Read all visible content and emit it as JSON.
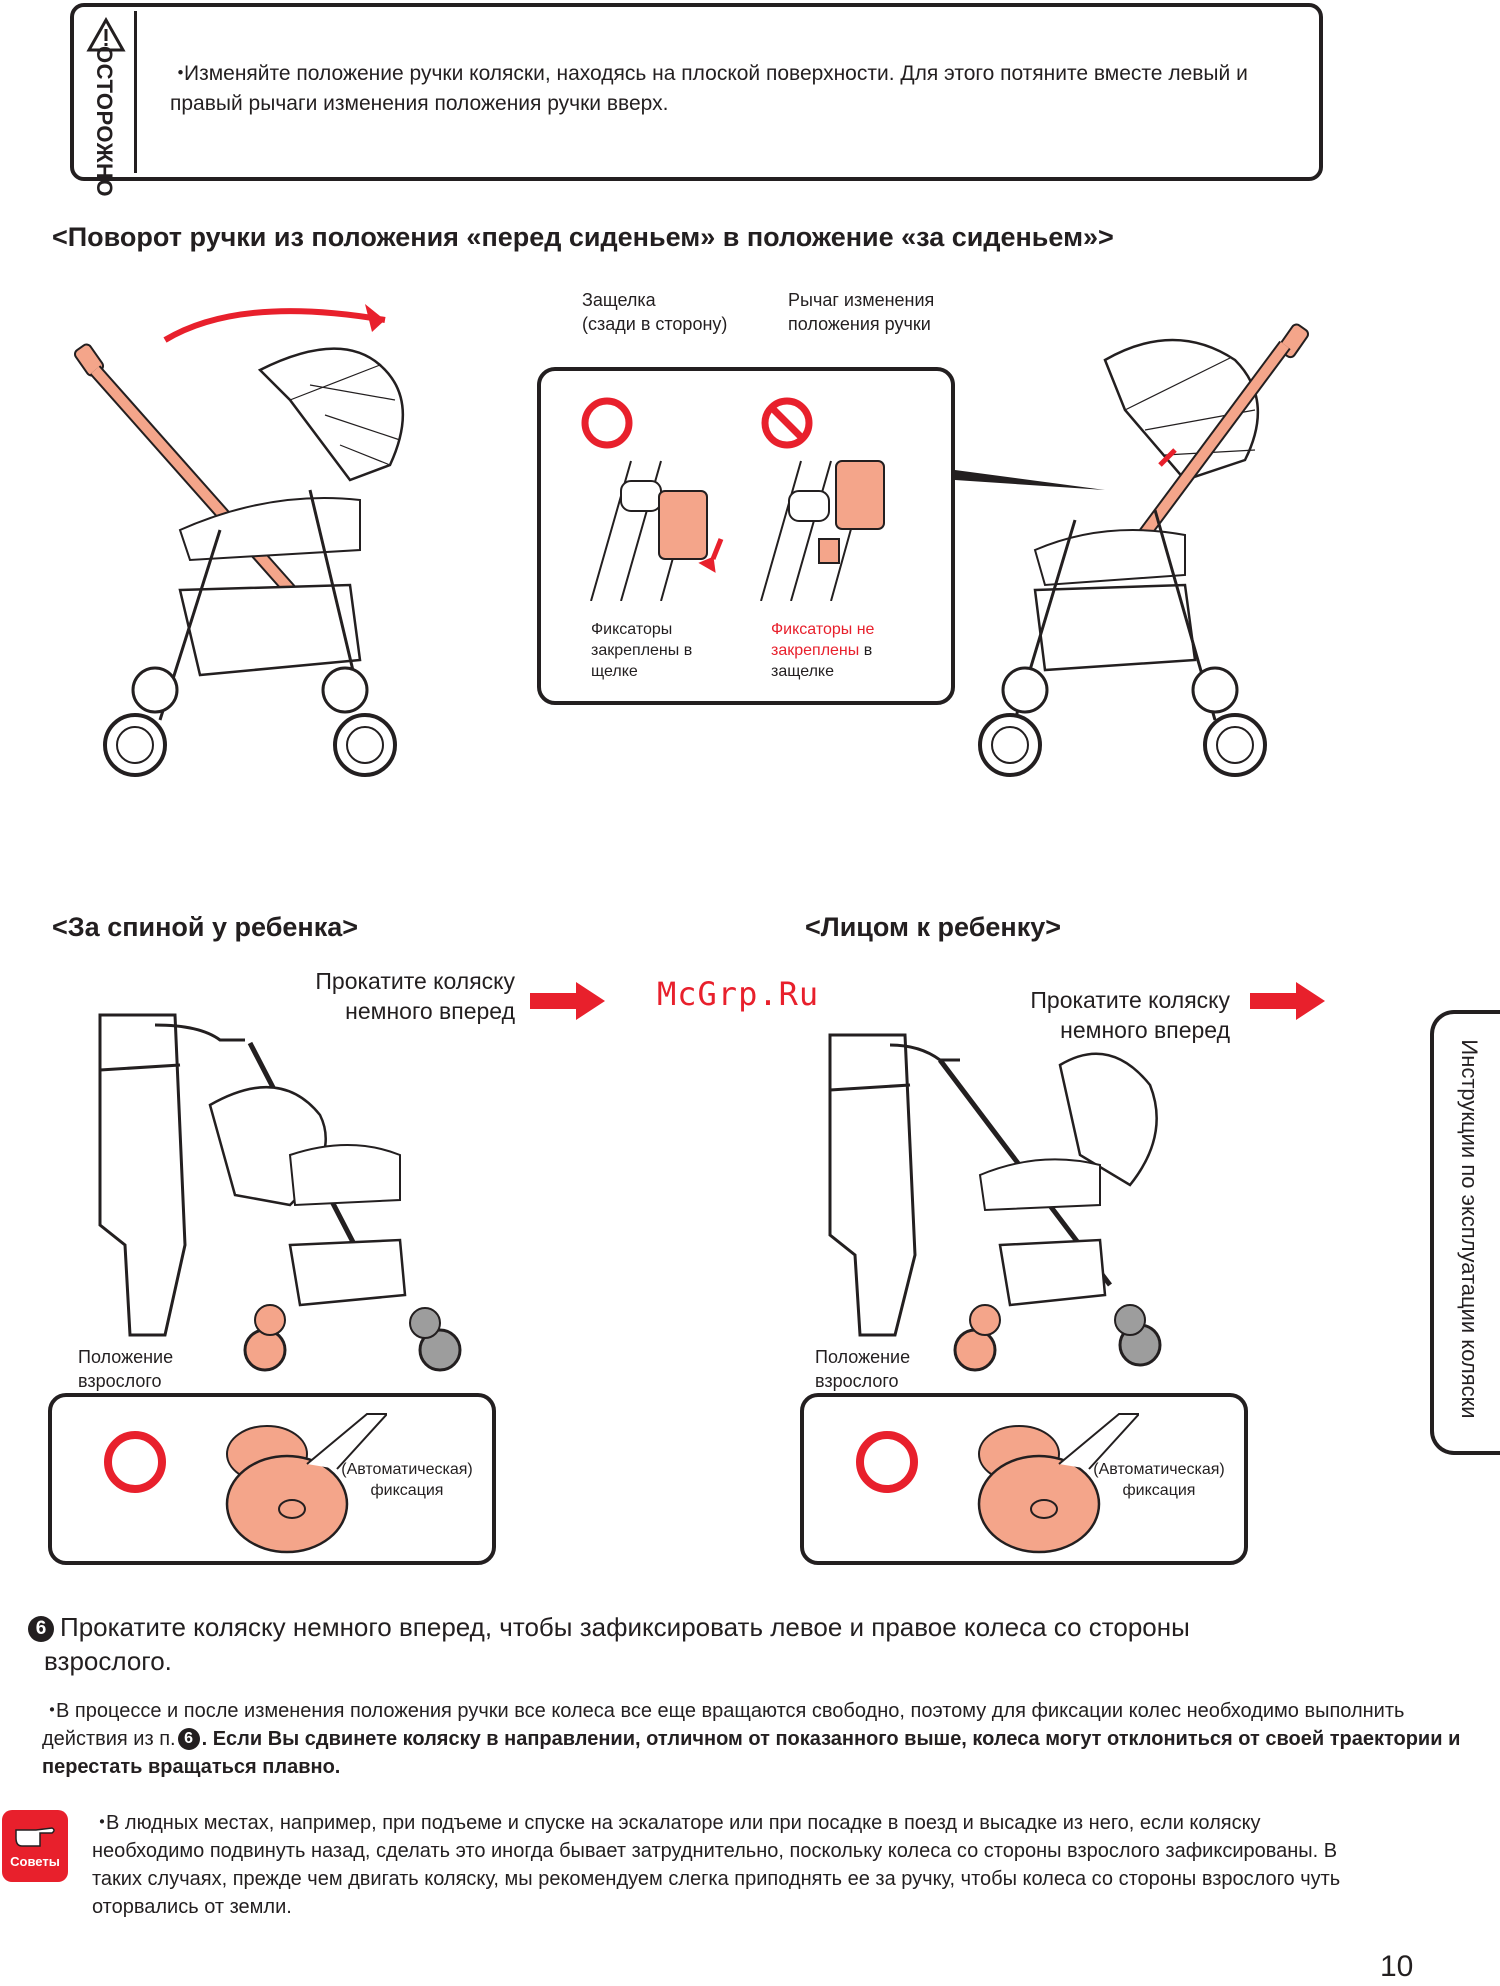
{
  "caution": {
    "label": "ОСТОРОЖНО",
    "bullet": "・",
    "text": "Изменяйте положение ручки коляски, находясь на плоской поверхности. Для этого потяните вместе левый и правый рычаги изменения положения ручки вверх."
  },
  "section_rotate": {
    "title": "<Поворот ручки из положения «перед сиденьем» в положение «за сиденьем»>",
    "latch_label": "Защелка\n(сзади в сторону)",
    "lever_label": "Рычаг изменения\nположения ручки",
    "ok_caption": "Фиксаторы\nзакреплены в\nщелке",
    "ng_caption_red": "Фиксаторы не\nзакреплены",
    "ng_caption_rest": "в\nзащелке"
  },
  "section_back": {
    "title": "<За спиной у ребенка>",
    "roll_label": "Прокатите коляску\nнемного вперед",
    "adult_label": "Положение\nвзрослого",
    "lock_label": "(Автоматическая)\nфиксация"
  },
  "section_face": {
    "title": "<Лицом к ребенку>",
    "roll_label": "Прокатите коляску\nнемного вперед",
    "adult_label": "Положение\nвзрослого",
    "lock_label": "(Автоматическая)\nфиксация"
  },
  "watermark": "McGrp.Ru",
  "sidebar": {
    "label": "Инструкции по эксплуатации коляски"
  },
  "step6": {
    "number": "6",
    "text_line1": "Прокатите коляску немного вперед, чтобы зафиксировать левое и правое колеса со стороны",
    "text_line2": "взрослого."
  },
  "note": {
    "bullet": "・",
    "text_start": "В процессе и после изменения положения ручки все колеса все еще вращаются свободно, поэтому для фиксации колес необходимо выполнить действия из п.",
    "ref_number": "6",
    "text_bold": ". Если Вы сдвинете коляску в направлении, отличном от показанного выше, колеса могут отклониться от своей траектории и перестать вращаться плавно."
  },
  "tips": {
    "badge": "Советы",
    "bullet": "・",
    "text": "В людных местах, например, при подъеме и спуске на эскалаторе или при посадке в поезд и высадке из него, если коляску необходимо подвинуть назад, сделать это иногда бывает затруднительно, поскольку колеса со стороны взрослого зафиксированы. В таких случаях, прежде чем двигать коляску, мы рекомендуем слегка приподнять ее за ручку, чтобы колеса со стороны взрослого чуть оторвались от земли."
  },
  "page_number": "10",
  "colors": {
    "accent_red": "#e8202c",
    "salmon": "#f4a58a",
    "ink": "#231f20"
  }
}
